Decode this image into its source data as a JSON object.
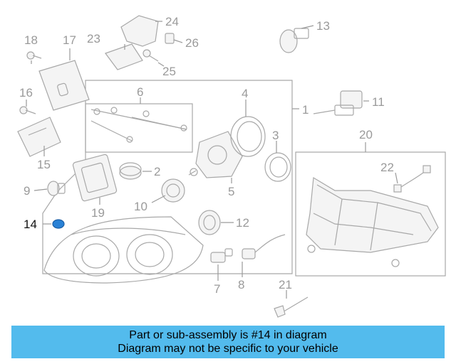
{
  "callouts": {
    "c1": "1",
    "c2": "2",
    "c3": "3",
    "c4": "4",
    "c5": "5",
    "c6": "6",
    "c7": "7",
    "c8": "8",
    "c9": "9",
    "c10": "10",
    "c11": "11",
    "c12": "12",
    "c13": "13",
    "c14": "14",
    "c15": "15",
    "c16": "16",
    "c17": "17",
    "c18": "18",
    "c19": "19",
    "c20": "20",
    "c21": "21",
    "c22": "22",
    "c23": "23",
    "c24": "24",
    "c25": "25",
    "c26": "26"
  },
  "highlighted_part": "14",
  "highlight_color": "#2a82d6",
  "banner_color": "#53bbed",
  "banner": {
    "line1": "Part or sub-assembly is #14 in diagram",
    "line2": "Diagram may not be specific to your vehicle"
  }
}
